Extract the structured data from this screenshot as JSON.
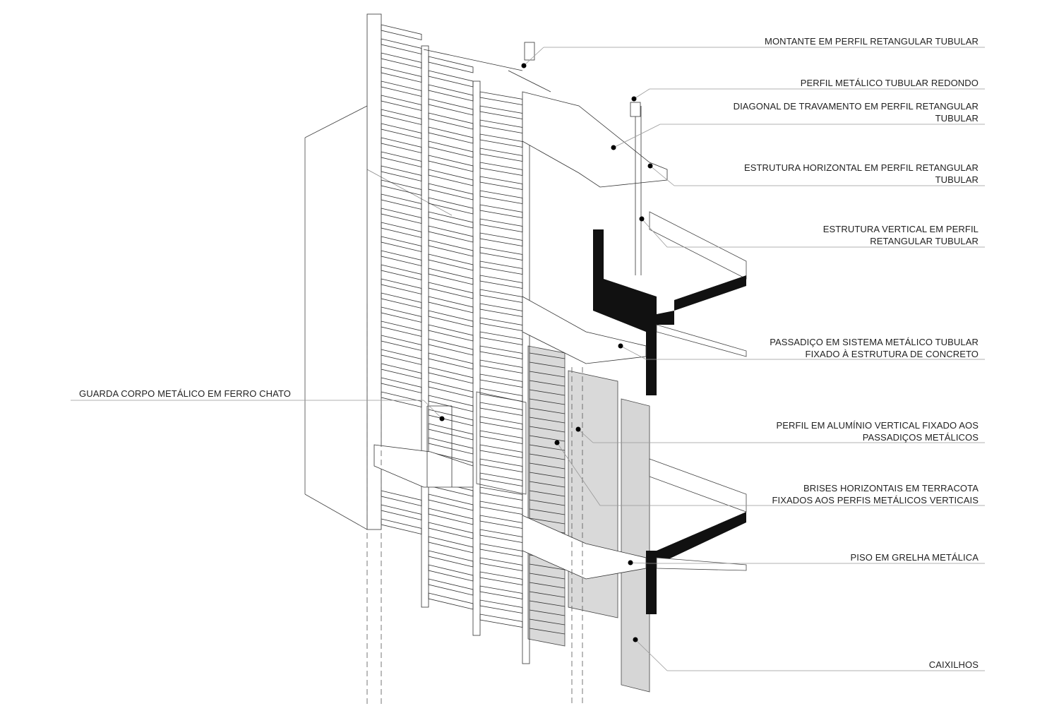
{
  "title": "Axonometric facade detail",
  "colors": {
    "ink": "#222222",
    "panel": "#d9d9d9",
    "panel_light": "#e6e6e6",
    "concrete": "#111111",
    "leader": "#999999"
  },
  "annotations": [
    {
      "id": "montante",
      "lines": [
        "MONTANTE EM PERFIL RETANGULAR TUBULAR"
      ]
    },
    {
      "id": "perfil-redondo",
      "lines": [
        "PERFIL METÁLICO TUBULAR REDONDO"
      ]
    },
    {
      "id": "diagonal",
      "lines": [
        "DIAGONAL DE TRAVAMENTO EM PERFIL RETANGULAR",
        "TUBULAR"
      ]
    },
    {
      "id": "estrutura-horizontal",
      "lines": [
        "ESTRUTURA HORIZONTAL EM PERFIL RETANGULAR",
        "TUBULAR"
      ]
    },
    {
      "id": "estrutura-vertical",
      "lines": [
        "ESTRUTURA VERTICAL EM PERFIL",
        "RETANGULAR TUBULAR"
      ]
    },
    {
      "id": "passadico",
      "lines": [
        "PASSADIÇO EM SISTEMA METÁLICO TUBULAR",
        "FIXADO À ESTRUTURA DE CONCRETO"
      ]
    },
    {
      "id": "perfil-aluminio",
      "lines": [
        "PERFIL EM ALUMÍNIO VERTICAL FIXADO AOS",
        "PASSADIÇOS METÁLICOS"
      ]
    },
    {
      "id": "brises",
      "lines": [
        "BRISES HORIZONTAIS EM TERRACOTA",
        "FIXADOS AOS PERFIS METÁLICOS VERTICAIS"
      ]
    },
    {
      "id": "piso",
      "lines": [
        "PISO EM GRELHA METÁLICA"
      ]
    },
    {
      "id": "caixilhos",
      "lines": [
        "CAIXILHOS"
      ]
    },
    {
      "id": "guarda-corpo",
      "lines": [
        "GUARDA CORPO METÁLICO EM FERRO CHATO"
      ]
    }
  ]
}
